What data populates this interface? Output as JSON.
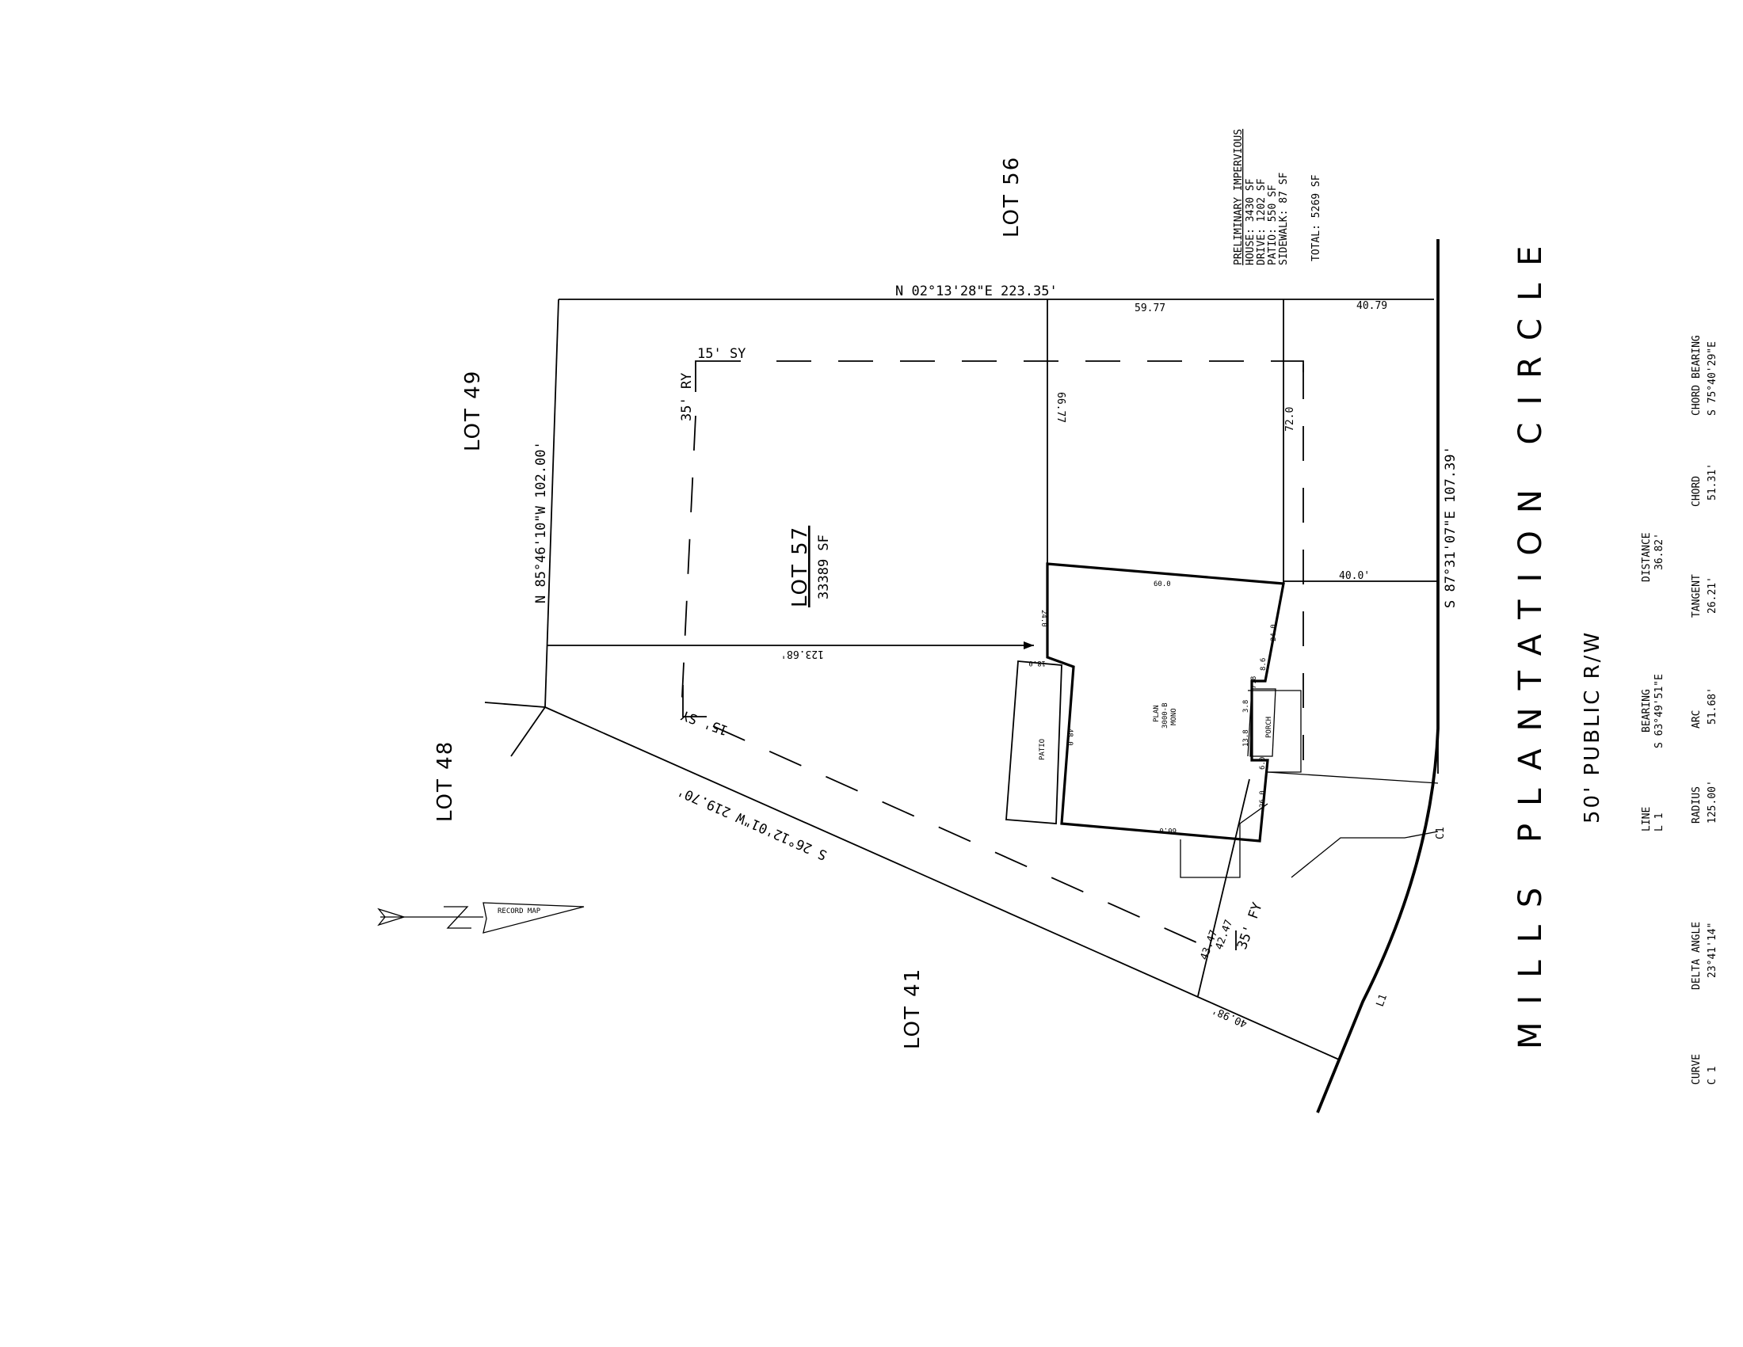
{
  "lots": {
    "lot56": "LOT 56",
    "lot49": "LOT 49",
    "lot48": "LOT 48",
    "lot41": "LOT 41",
    "lot57": "LOT 57",
    "lot57_area": "33389 SF"
  },
  "impervious": {
    "title": "PRELIMINARY IMPERVIOUS",
    "house": "HOUSE: 3430 SF",
    "drive": "DRIVE: 1202 SF",
    "patio": "PATIO: 550 SF",
    "sidewalk": "SIDEWALK: 87 SF",
    "total": "TOTAL: 5269 SF"
  },
  "boundary": {
    "north": "N 02°13'28\"E   223.35'",
    "west": "N 85°46'10\"W   102.00'",
    "east": "S 87°31'07\"E   107.39'",
    "southwest": "S 26°12'01\"W   219.70'",
    "south_segment": "40.98'"
  },
  "dims": {
    "d5977": "59.77",
    "d4079": "40.79",
    "d6677": "66.77",
    "d720": "72.0",
    "d400": "40.0'",
    "d12368": "123.68'",
    "d4247": "42.47",
    "d4347": "43.47",
    "house_top": "60.0",
    "house_bottom": "60.0",
    "house_left": "24.0",
    "house_right": "24.0",
    "h180": "18.0",
    "h480": "48.0",
    "h260": "26.0",
    "h86": "8.6",
    "h78": "7.8",
    "h38": "3.8",
    "h138": "13.8",
    "h60": "6.0"
  },
  "setbacks": {
    "sy_top": "15' SY",
    "ry": "35' RY",
    "sy_bottom": "15' SY",
    "fy": "35' FY"
  },
  "house": {
    "line1": "PLAN",
    "line2": "3000-B",
    "line3": "MONO",
    "patio": "PATIO",
    "porch": "PORCH"
  },
  "north_arrow": {
    "label": "RECORD MAP"
  },
  "street": {
    "name": "MILLS PLANTATION CIRCLE",
    "row": "50' PUBLIC R/W"
  },
  "curve_labels": {
    "c1": "C1",
    "l1": "L1"
  },
  "line_table": {
    "headers": [
      "LINE",
      "BEARING",
      "DISTANCE"
    ],
    "row": [
      "L 1",
      "S 63°49'51\"E",
      "36.82'"
    ]
  },
  "curve_table": {
    "headers": [
      "CURVE",
      "DELTA ANGLE",
      "RADIUS",
      "ARC",
      "TANGENT",
      "CHORD",
      "CHORD BEARING"
    ],
    "row": [
      "C 1",
      "23°41'14\"",
      "125.00'",
      "51.68'",
      "26.21'",
      "51.31'",
      "S 75°40'29\"E"
    ]
  }
}
